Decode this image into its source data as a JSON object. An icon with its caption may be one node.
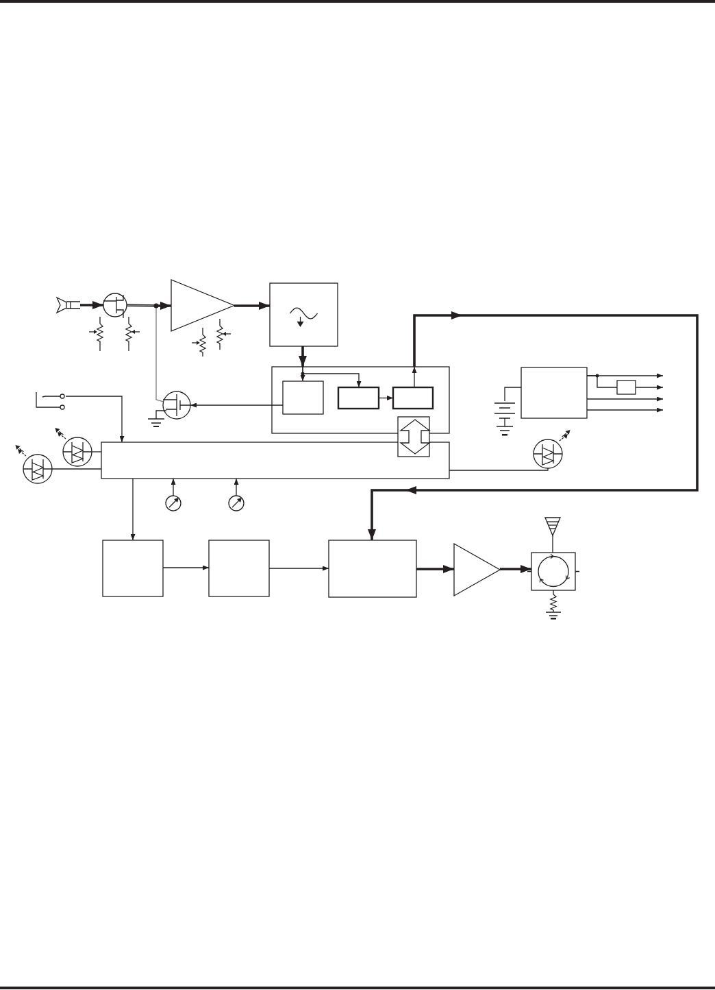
{
  "diagram": {
    "nodes": [
      {
        "text": [],
        "shape": "microphone"
      },
      {
        "text": [],
        "shape": "circle"
      },
      {
        "text": [],
        "shape": "triangle"
      },
      {
        "text": [],
        "shape": "box"
      },
      {
        "text": [],
        "shape": "box"
      },
      {
        "text": [],
        "shape": "box",
        "in": 4
      },
      {
        "text": [],
        "shape": "box",
        "in": 4
      },
      {
        "text": [],
        "shape": "box",
        "in": 4
      },
      {
        "text": [],
        "shape": "circle"
      },
      {
        "text": [],
        "shape": "box"
      },
      {
        "text": [],
        "shape": "switch"
      },
      {
        "text": [],
        "shape": "circle"
      },
      {
        "text": [],
        "shape": "circle"
      },
      {
        "text": [],
        "shape": "circle"
      },
      {
        "text": [],
        "shape": "circle"
      },
      {
        "text": [],
        "shape": "box"
      },
      {
        "text": [],
        "shape": "box"
      },
      {
        "text": [],
        "shape": "box"
      },
      {
        "text": [],
        "shape": "triangle"
      },
      {
        "text": [],
        "shape": "box"
      },
      {
        "text": [],
        "shape": "antenna"
      },
      {
        "text": [],
        "shape": "box"
      },
      {
        "text": [],
        "shape": "box"
      },
      {
        "text": [],
        "shape": "battery"
      },
      {
        "text": [],
        "shape": "circle"
      }
    ],
    "edges": [
      {
        "from": 0,
        "to": 1,
        "arrow": "to",
        "style": "thick"
      },
      {
        "from": 1,
        "to": 2,
        "arrow": "to",
        "style": "thick"
      },
      {
        "from": 2,
        "to": 3,
        "arrow": "to",
        "style": "thick"
      },
      {
        "from": 1,
        "to": 8,
        "arrow": "none",
        "color": "#808080"
      },
      {
        "from": 3,
        "to": 4,
        "arrow": "to",
        "style": "thick"
      },
      {
        "from": 4,
        "to": 5,
        "arrow": "to"
      },
      {
        "from": 4,
        "to": 6,
        "arrow": "to"
      },
      {
        "from": 6,
        "to": 7,
        "arrow": "to"
      },
      {
        "from": 7,
        "to": 4,
        "arrow": "to"
      },
      {
        "from": 4,
        "to": 17,
        "arrow": "to",
        "style": "thick"
      },
      {
        "from": 5,
        "to": 8,
        "arrow": "to"
      },
      {
        "from": 10,
        "to": 9,
        "arrow": "to"
      },
      {
        "from": 11,
        "to": 9,
        "arrow": "none"
      },
      {
        "from": 12,
        "to": 9,
        "arrow": "none"
      },
      {
        "from": 13,
        "to": 9,
        "arrow": "to"
      },
      {
        "from": 14,
        "to": 9,
        "arrow": "to"
      },
      {
        "from": 9,
        "to": 15,
        "arrow": "to"
      },
      {
        "from": 15,
        "to": 16,
        "arrow": "to"
      },
      {
        "from": 16,
        "to": 17,
        "arrow": "to"
      },
      {
        "from": 17,
        "to": 18,
        "arrow": "to",
        "style": "thick"
      },
      {
        "from": 18,
        "to": 19,
        "arrow": "to",
        "style": "thick"
      },
      {
        "from": 20,
        "to": 19,
        "arrow": "none"
      },
      {
        "from": 9,
        "to": 24,
        "arrow": "none"
      },
      {
        "from": 23,
        "to": 21,
        "arrow": "none"
      },
      {
        "from": 21,
        "to": 22,
        "arrow": "none"
      },
      {
        "from": 21,
        "to": null,
        "arrow": "to"
      },
      {
        "from": 22,
        "to": null,
        "arrow": "to"
      },
      {
        "from": 21,
        "to": null,
        "arrow": "to"
      },
      {
        "from": 21,
        "to": null,
        "arrow": "to"
      },
      {
        "from": 4,
        "to": 9,
        "arrow": "both"
      }
    ]
  }
}
